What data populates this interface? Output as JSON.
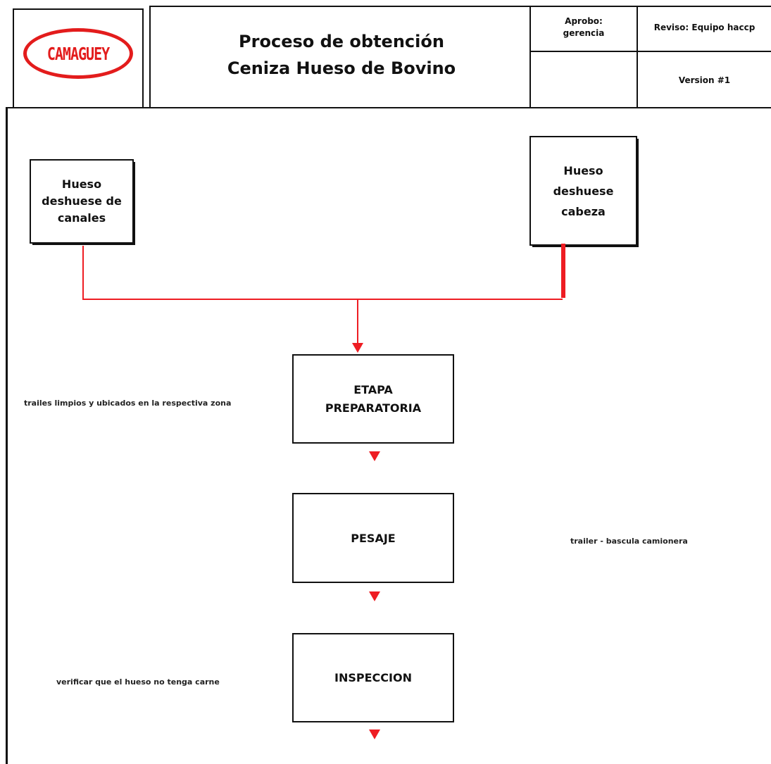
{
  "header": {
    "logo_text": "CAMAGUEY",
    "title_line1": "Proceso de obtención",
    "title_line2": "Ceniza Hueso de Bovino",
    "aprobo_line1": "Aprobo:",
    "aprobo_line2": "gerencia",
    "reviso": "Reviso: Equipo haccp",
    "version": "Version #1"
  },
  "flow": {
    "source_left": [
      "Hueso",
      "deshuese de",
      "canales"
    ],
    "source_right": [
      "Hueso",
      "deshuese",
      "cabeza"
    ],
    "steps": [
      {
        "label_line1": "ETAPA",
        "label_line2": "PREPARATORIA"
      },
      {
        "label_line1": "PESAJE"
      },
      {
        "label_line1": "INSPECCION"
      }
    ]
  },
  "notes": {
    "preparatoria": "trailes limpios y ubicados en la respectiva zona",
    "pesaje": "trailer - bascula camionera",
    "inspeccion": "verificar que el hueso no tenga carne"
  },
  "colors": {
    "accent_red": "#ee1d23",
    "logo_red": "#e31c1c",
    "line": "#111111"
  },
  "icons": {
    "arrow": "arrow-down-icon",
    "logo": "camaguey-logo"
  }
}
